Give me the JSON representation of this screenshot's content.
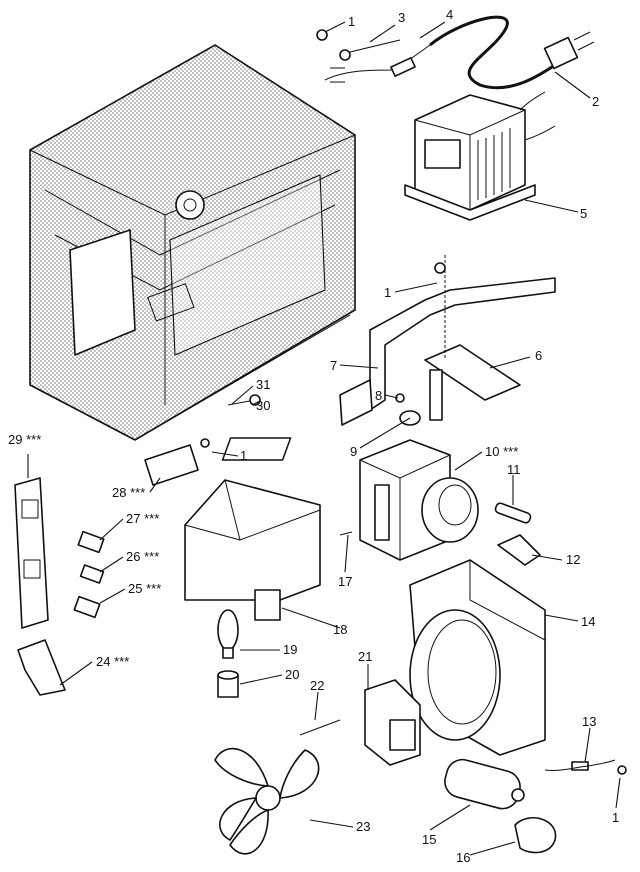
{
  "colors": {
    "ink": "#111111",
    "paper": "#ffffff",
    "stipple": "#9a9a9a"
  },
  "callouts": [
    {
      "id": "c1a",
      "text": "1"
    },
    {
      "id": "c3",
      "text": "3"
    },
    {
      "id": "c4",
      "text": "4"
    },
    {
      "id": "c2",
      "text": "2"
    },
    {
      "id": "c5",
      "text": "5"
    },
    {
      "id": "c1b",
      "text": "1"
    },
    {
      "id": "c7",
      "text": "7"
    },
    {
      "id": "c6",
      "text": "6"
    },
    {
      "id": "c8",
      "text": "8"
    },
    {
      "id": "c9",
      "text": "9"
    },
    {
      "id": "c31",
      "text": "31"
    },
    {
      "id": "c30",
      "text": "30"
    },
    {
      "id": "c1c",
      "text": "1"
    },
    {
      "id": "c29",
      "text": "29 ***"
    },
    {
      "id": "c28",
      "text": "28 ***"
    },
    {
      "id": "c10",
      "text": "10 ***"
    },
    {
      "id": "c11",
      "text": "11"
    },
    {
      "id": "c12",
      "text": "12"
    },
    {
      "id": "c27",
      "text": "27 ***"
    },
    {
      "id": "c26",
      "text": "26 ***"
    },
    {
      "id": "c25",
      "text": "25 ***"
    },
    {
      "id": "c17",
      "text": "17"
    },
    {
      "id": "c14",
      "text": "14"
    },
    {
      "id": "c18",
      "text": "18"
    },
    {
      "id": "c19",
      "text": "19"
    },
    {
      "id": "c24",
      "text": "24 ***"
    },
    {
      "id": "c20",
      "text": "20"
    },
    {
      "id": "c21",
      "text": "21"
    },
    {
      "id": "c22",
      "text": "22"
    },
    {
      "id": "c13",
      "text": "13"
    },
    {
      "id": "c23",
      "text": "23"
    },
    {
      "id": "c15",
      "text": "15"
    },
    {
      "id": "c16",
      "text": "16"
    },
    {
      "id": "c1d",
      "text": "1"
    }
  ]
}
